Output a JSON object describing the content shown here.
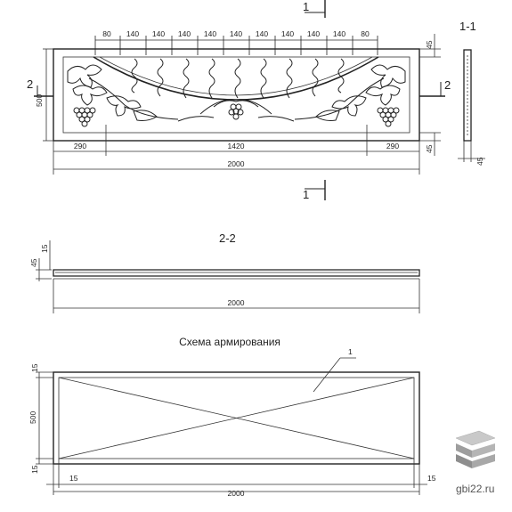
{
  "front_view": {
    "top_dims": [
      "80",
      "140",
      "140",
      "140",
      "140",
      "140",
      "140",
      "140",
      "140",
      "140",
      "80"
    ],
    "bottom_dims": [
      "290",
      "1420",
      "290"
    ],
    "overall_width": "2000",
    "height": "500",
    "right_top": "45",
    "right_bottom": "45",
    "section_left": "2",
    "section_right": "2",
    "section_top": "1",
    "section_bottom": "1"
  },
  "section_1_1": {
    "title": "1-1",
    "thickness": "45"
  },
  "section_2_2": {
    "title": "2-2",
    "dim_45": "45",
    "dim_15": "15",
    "length": "2000"
  },
  "reinforcement": {
    "title": "Схема армирования",
    "callout": "1",
    "height": "500",
    "top_cover": "15",
    "bottom_cover": "15",
    "left_cover": "15",
    "right_cover": "15",
    "length": "2000"
  },
  "watermark": {
    "text": "gbi22.ru"
  }
}
